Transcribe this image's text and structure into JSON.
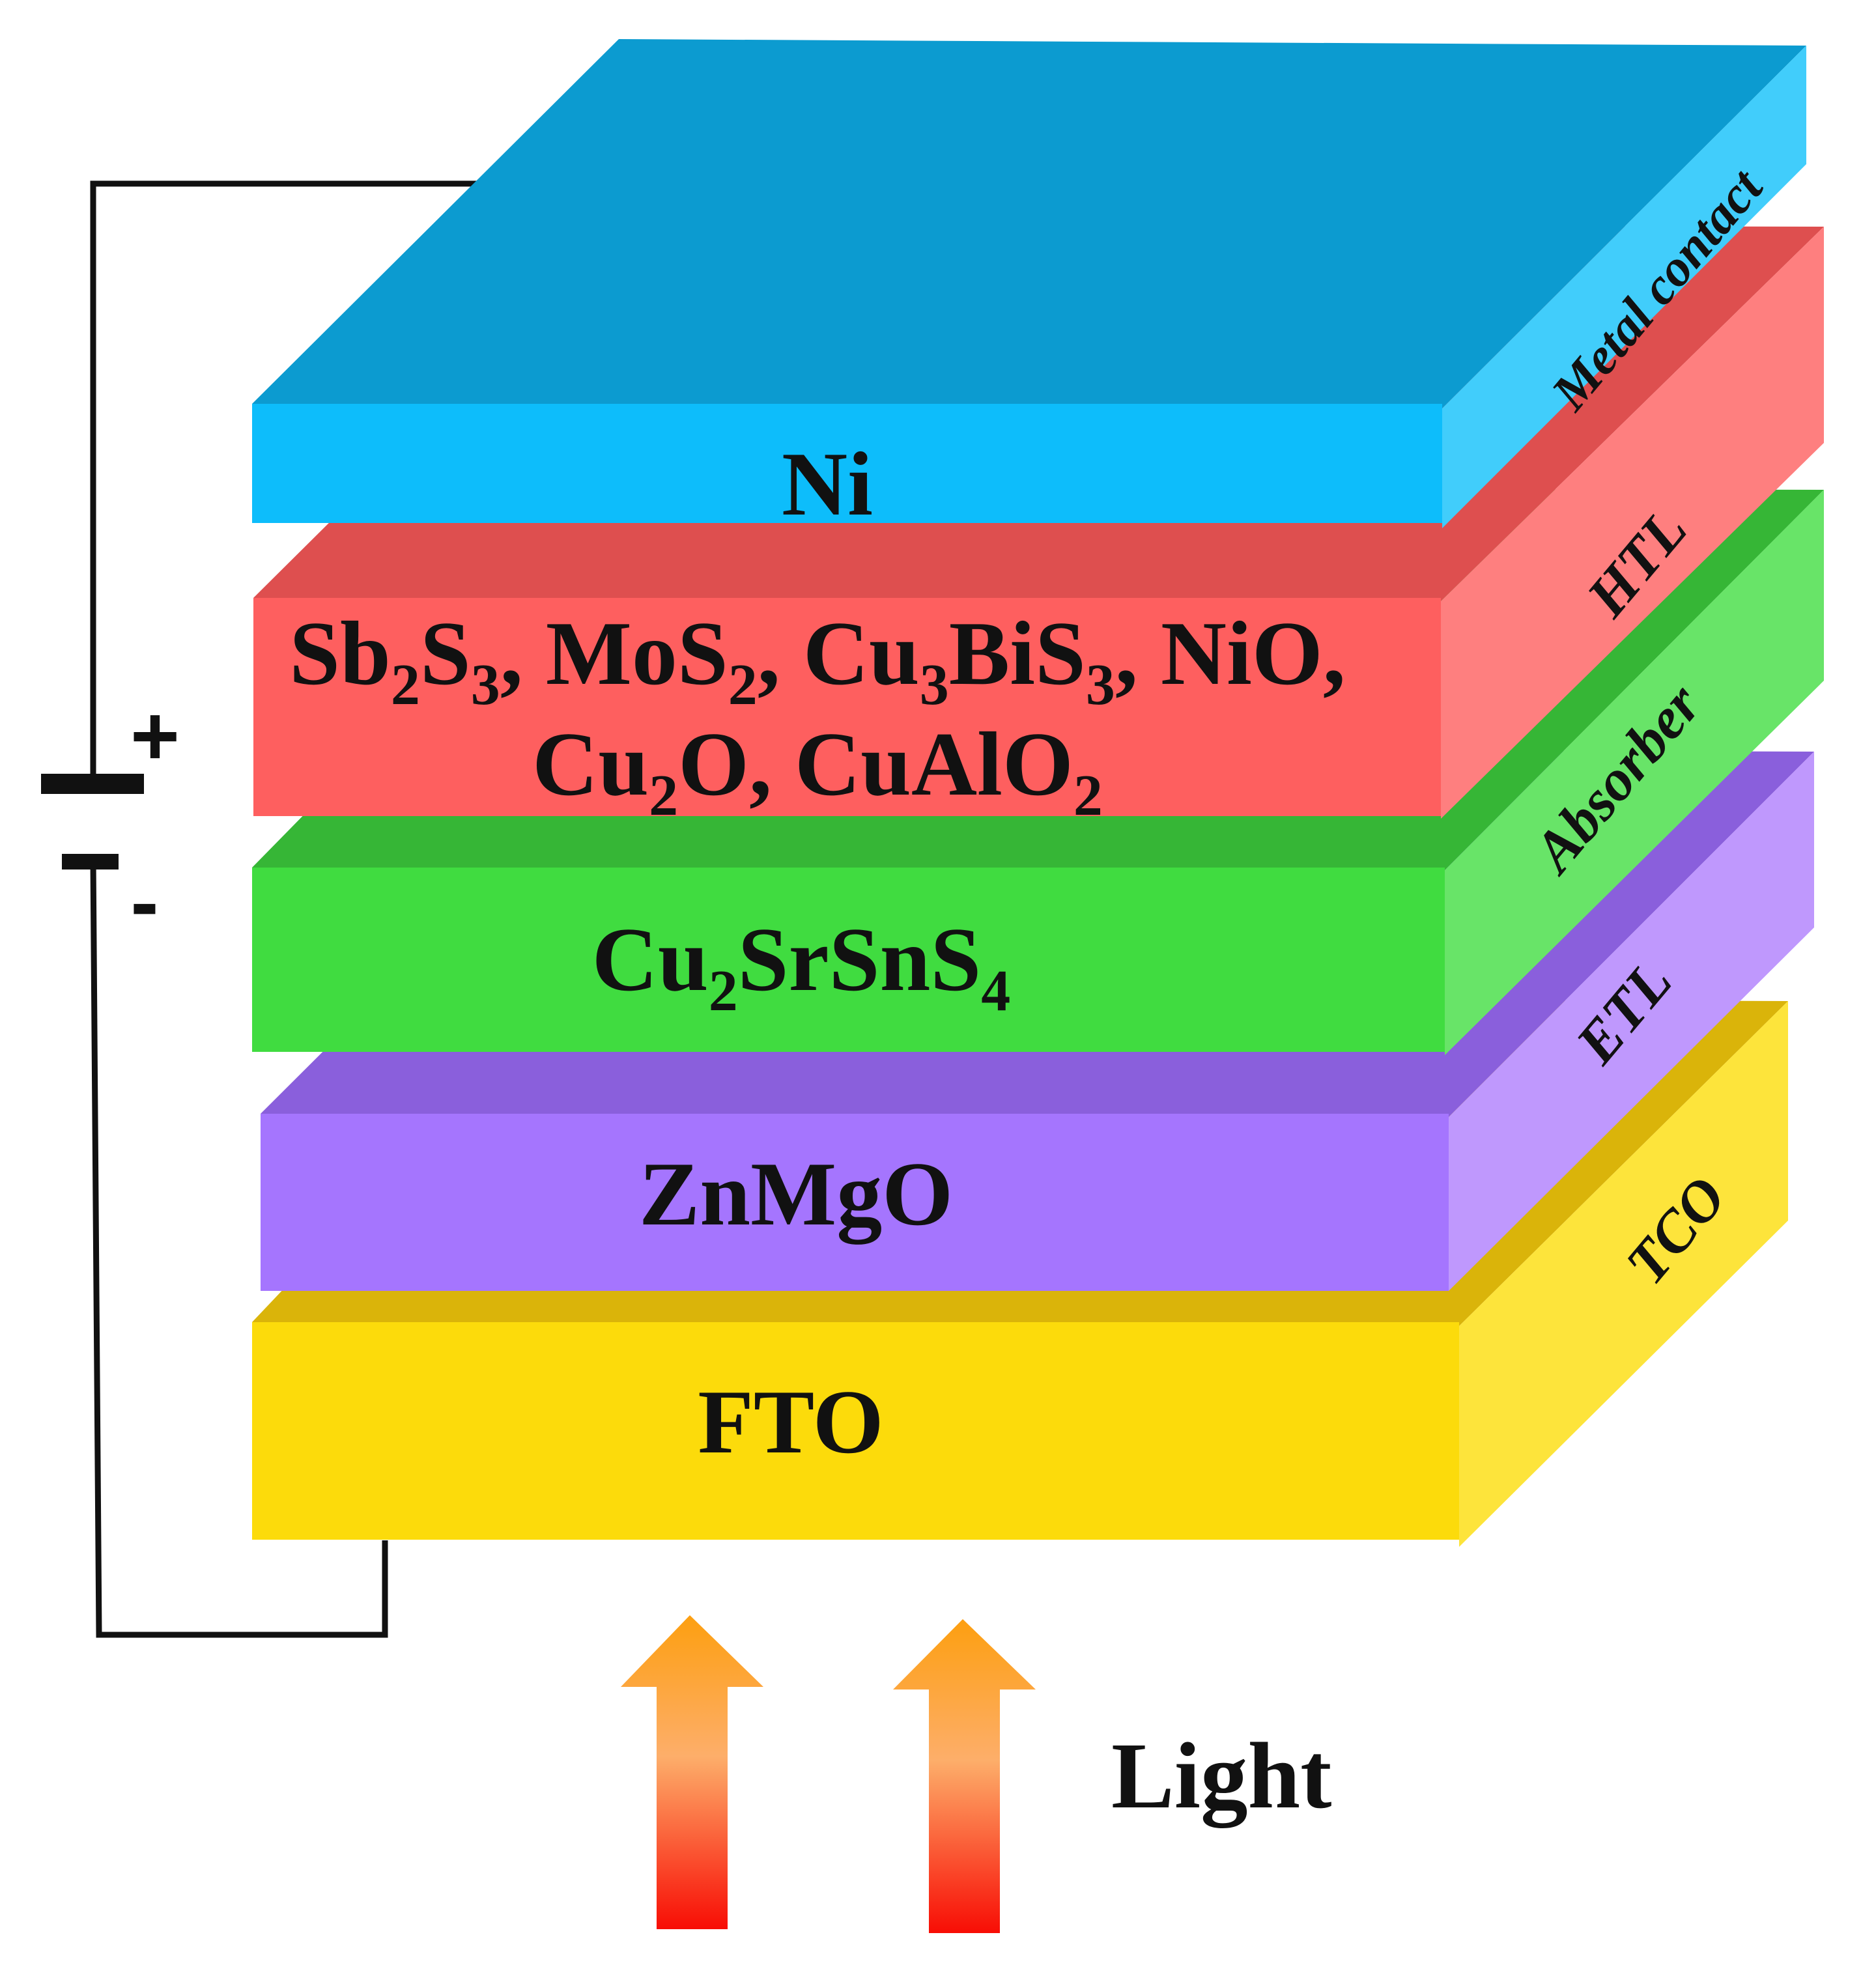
{
  "diagram": {
    "layers": [
      {
        "id": "metal-contact",
        "front_lines": [
          [
            {
              "t": "Ni"
            }
          ]
        ],
        "side_label": "Metal contact",
        "colors": {
          "front": "#0dbdfb",
          "top": "#0c9bd0",
          "side": "#41cdfb"
        }
      },
      {
        "id": "htl",
        "front_lines": [
          [
            {
              "t": "Sb"
            },
            {
              "t": "2",
              "sub": true
            },
            {
              "t": "S"
            },
            {
              "t": "3",
              "sub": true
            },
            {
              "t": ", MoS"
            },
            {
              "t": "2",
              "sub": true
            },
            {
              "t": ", Cu"
            },
            {
              "t": "3",
              "sub": true
            },
            {
              "t": "BiS"
            },
            {
              "t": "3",
              "sub": true
            },
            {
              "t": ", NiO,"
            }
          ],
          [
            {
              "t": "Cu"
            },
            {
              "t": "2",
              "sub": true
            },
            {
              "t": "O, CuAlO"
            },
            {
              "t": "2",
              "sub": true
            }
          ]
        ],
        "side_label": "HTL",
        "colors": {
          "front": "#fe5f5f",
          "top": "#de4f4f",
          "side": "#fe7f7f"
        }
      },
      {
        "id": "absorber",
        "front_lines": [
          [
            {
              "t": "Cu"
            },
            {
              "t": "2",
              "sub": true
            },
            {
              "t": "SrSnS"
            },
            {
              "t": "4",
              "sub": true
            }
          ]
        ],
        "side_label": "Absorber",
        "colors": {
          "front": "#40dc40",
          "top": "#36b636",
          "side": "#68e468"
        }
      },
      {
        "id": "etl",
        "front_lines": [
          [
            {
              "t": "ZnMgO"
            }
          ]
        ],
        "side_label": "ETL",
        "colors": {
          "front": "#a575fe",
          "top": "#8a5fdc",
          "side": "#bf98fd"
        }
      },
      {
        "id": "tco",
        "front_lines": [
          [
            {
              "t": "FTO"
            }
          ]
        ],
        "side_label": "TCO",
        "colors": {
          "front": "#fcdb0b",
          "top": "#dab40a",
          "side": "#fde43b"
        }
      }
    ],
    "battery": {
      "plus": "+",
      "minus": "-"
    },
    "light": {
      "label": "Light",
      "arrow_colors": {
        "top": "#fd9f10",
        "bottom": "#f80d05"
      }
    },
    "wire_color": "#111111"
  }
}
